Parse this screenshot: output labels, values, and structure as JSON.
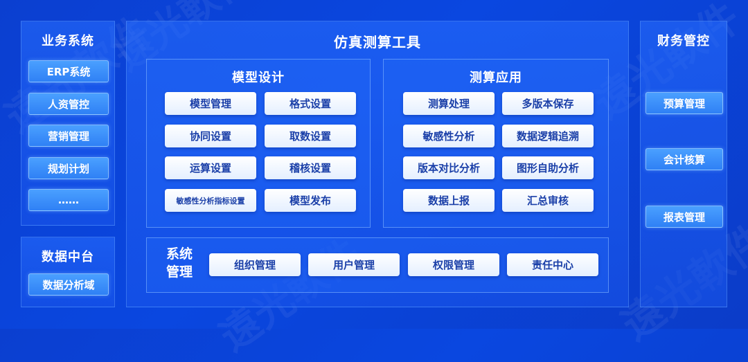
{
  "watermark": "遠光軟件",
  "left_panel": {
    "title": "业务系统",
    "items": [
      "ERP系统",
      "人资管控",
      "营销管理",
      "规划计划",
      "……"
    ]
  },
  "data_panel": {
    "title": "数据中台",
    "items": [
      "数据分析域"
    ]
  },
  "main_panel": {
    "title": "仿真测算工具",
    "model_design": {
      "title": "模型设计",
      "items": [
        "模型管理",
        "格式设置",
        "协同设置",
        "取数设置",
        "运算设置",
        "稽核设置",
        "敏感性分析指标设置",
        "模型发布"
      ]
    },
    "calc_app": {
      "title": "测算应用",
      "items": [
        "测算处理",
        "多版本保存",
        "敏感性分析",
        "数据逻辑追溯",
        "版本对比分析",
        "图形自助分析",
        "数据上报",
        "汇总审核"
      ]
    },
    "system_mgmt": {
      "title_line1": "系统",
      "title_line2": "管理",
      "items": [
        "组织管理",
        "用户管理",
        "权限管理",
        "责任中心"
      ]
    }
  },
  "right_panel": {
    "title": "财务管控",
    "items": [
      "预算管理",
      "会计核算",
      "报表管理"
    ]
  }
}
